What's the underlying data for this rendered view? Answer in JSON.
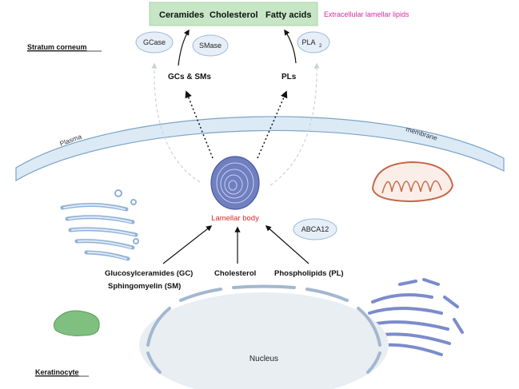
{
  "lipids_box": {
    "ceramides": "Ceramides",
    "cholesterol": "Cholesterol",
    "fatty_acids": "Fatty acids"
  },
  "extracellular_label": "Extracellular lamellar lipids",
  "stratum_corneum": "Stratum corneum",
  "keratinocyte": "Keratinocyte",
  "enzymes": {
    "gcase": "GCase",
    "smase": "SMase",
    "pla2_base": "PLA",
    "pla2_sub": "2",
    "abca12": "ABCA12"
  },
  "secreted": {
    "gcs_sms": "GCs & SMs",
    "pls": "PLs"
  },
  "membrane": {
    "left": "Plasma",
    "right": "membrane"
  },
  "lamellar_body": "Lamellar body",
  "precursors": {
    "gc": "Glucosylceramides (GC)",
    "sm": "Sphingomyelin (SM)",
    "cholesterol": "Cholesterol",
    "pl": "Phospholipids (PL)"
  },
  "nucleus": "Nucleus",
  "colors": {
    "lipid_box_fill": "#c6e6c6",
    "lipid_box_stroke": "#a6d4a6",
    "extracellular_text": "#d12f9c",
    "lamellar_text": "#d62a2a",
    "membrane_fill": "#dceaf5",
    "membrane_stroke": "#7aa3c6",
    "lamellar_body_fill": "#6f7fbf",
    "enzyme_fill": "#e6eff8",
    "enzyme_stroke": "#9fb9d4",
    "mito_stroke": "#c46848",
    "golgi_stroke": "#8fb1d8",
    "er_fill": "#7b8ccc",
    "vesicle_fill": "#7fbf7f",
    "nucleus_fill": "#e9eef3",
    "nucleus_stroke": "#a3b8cf"
  }
}
